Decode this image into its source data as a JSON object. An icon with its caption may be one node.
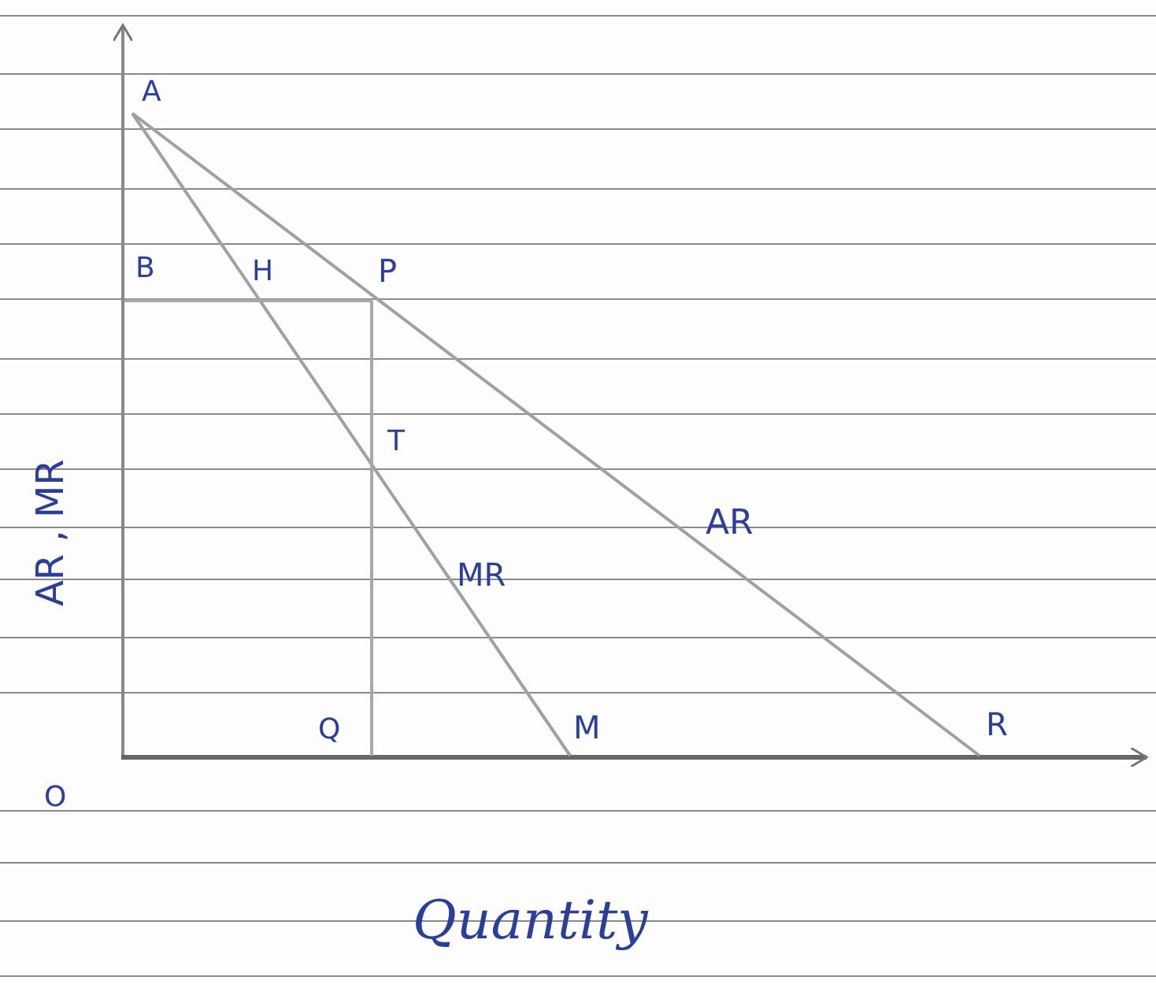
{
  "diagram": {
    "labels": [
      "A",
      "B",
      "H",
      "P",
      "T",
      "AR",
      "MR",
      "AR , MR",
      "O",
      "Q",
      "M",
      "R",
      "Quantity"
    ]
  }
}
